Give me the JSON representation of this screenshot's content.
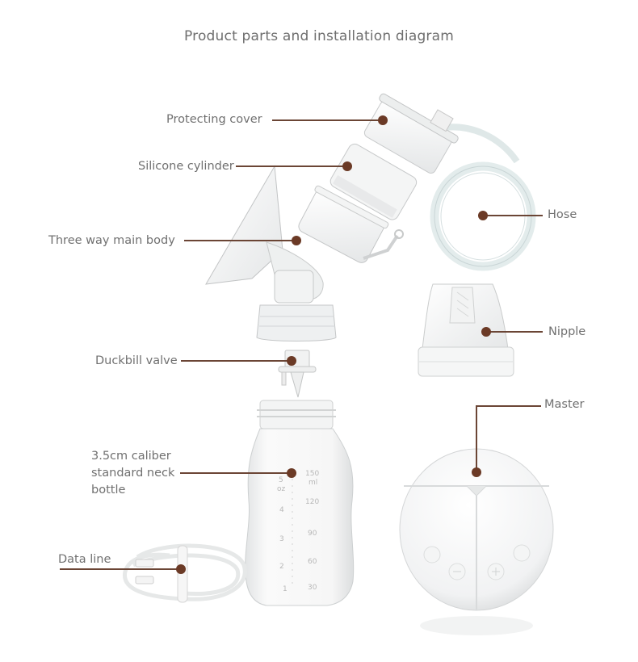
{
  "title": "Product parts and installation diagram",
  "colors": {
    "leader_line": "#6b4535",
    "leader_dot": "#6b3a26",
    "label_text": "#707070",
    "background": "#ffffff"
  },
  "parts": [
    {
      "id": "protecting-cover",
      "label": "Protecting cover"
    },
    {
      "id": "silicone-cylinder",
      "label": "Silicone cylinder"
    },
    {
      "id": "three-way-main-body",
      "label": "Three way main body"
    },
    {
      "id": "duckbill-valve",
      "label": "Duckbill valve"
    },
    {
      "id": "bottle",
      "label": "3.5cm caliber standard neck bottle",
      "lines": [
        "3.5cm caliber",
        "standard neck",
        "bottle"
      ]
    },
    {
      "id": "data-line",
      "label": "Data line"
    },
    {
      "id": "hose",
      "label": "Hose"
    },
    {
      "id": "nipple",
      "label": "Nipple"
    },
    {
      "id": "master",
      "label": "Master"
    }
  ],
  "bottle_scale": {
    "ml": [
      "150",
      "120",
      "90",
      "60",
      "30"
    ],
    "ml_unit": "ml",
    "oz": [
      "5",
      "4",
      "3",
      "2",
      "1"
    ],
    "oz_unit": "oz"
  }
}
